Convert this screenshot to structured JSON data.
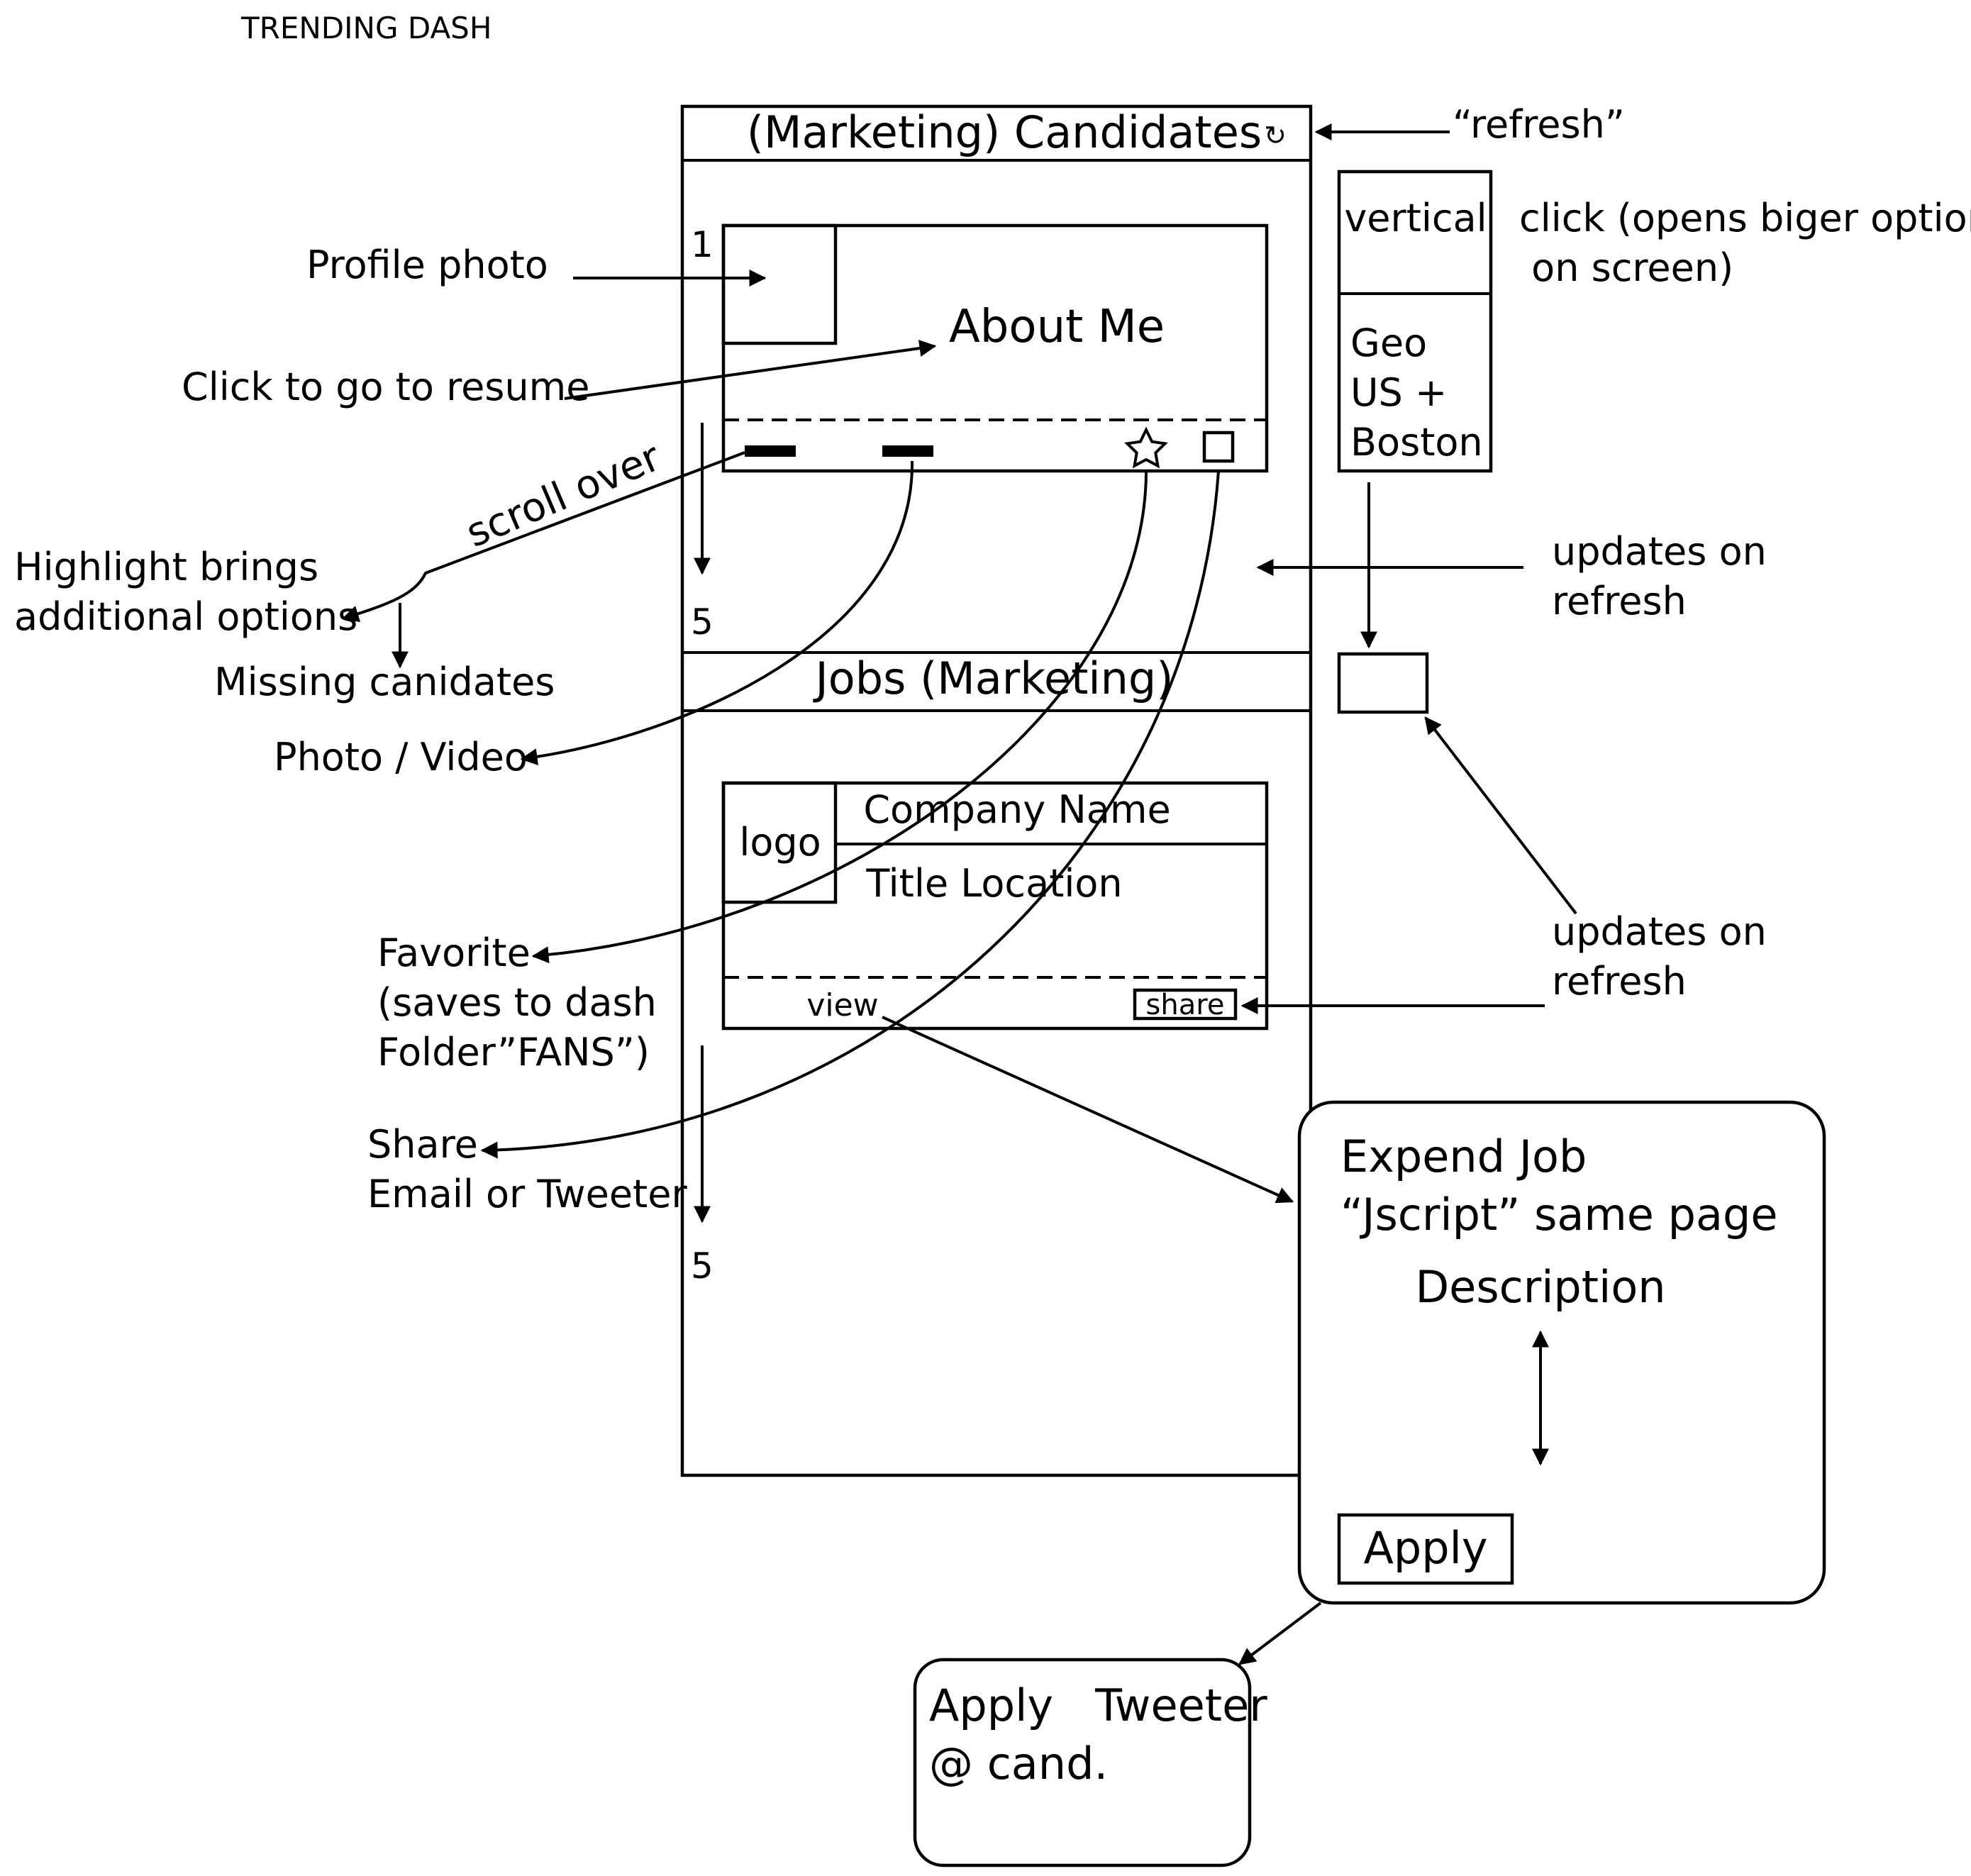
{
  "page_title": "TRENDING  DASH",
  "candidates_panel": {
    "header": "(Marketing) Candidates",
    "refresh_glyph": "↻",
    "count_start": "1",
    "count_end": "5",
    "card": {
      "about": "About Me"
    }
  },
  "jobs_panel": {
    "header": "Jobs (Marketing)",
    "count_end": "5",
    "card": {
      "logo": "logo",
      "company": "Company Name",
      "title_location": "Title Location",
      "view": "view",
      "share": "share"
    }
  },
  "side_panel": {
    "vertical": "vertical",
    "geo_lines": [
      "Geo",
      "US +",
      "Boston"
    ]
  },
  "expand_box": {
    "line1": "Expend Job",
    "line2": "“Jscript” same page",
    "description": "Description",
    "apply": "Apply"
  },
  "tweet_box": {
    "line1": "Apply   Tweeter",
    "line2": "@ cand."
  },
  "annotations": {
    "refresh": "“refresh”",
    "click_line1": "click (opens biger option",
    "click_line2": " on screen)",
    "profile_photo": "Profile photo",
    "click_resume": "Click to go to resume",
    "scroll_over": "scroll over",
    "highlight_line1": "Highlight brings",
    "highlight_line2": "additional options",
    "missing": "Missing canidates",
    "photo_video": "Photo / Video",
    "updates1_line1": "updates on",
    "updates1_line2": "refresh",
    "updates2_line1": "updates on",
    "updates2_line2": "refresh",
    "favorite_line1": "Favorite",
    "favorite_line2": "(saves to dash",
    "favorite_line3": "Folder”FANS”)",
    "share_line1": "Share",
    "share_line2": "Email or Tweeter"
  }
}
